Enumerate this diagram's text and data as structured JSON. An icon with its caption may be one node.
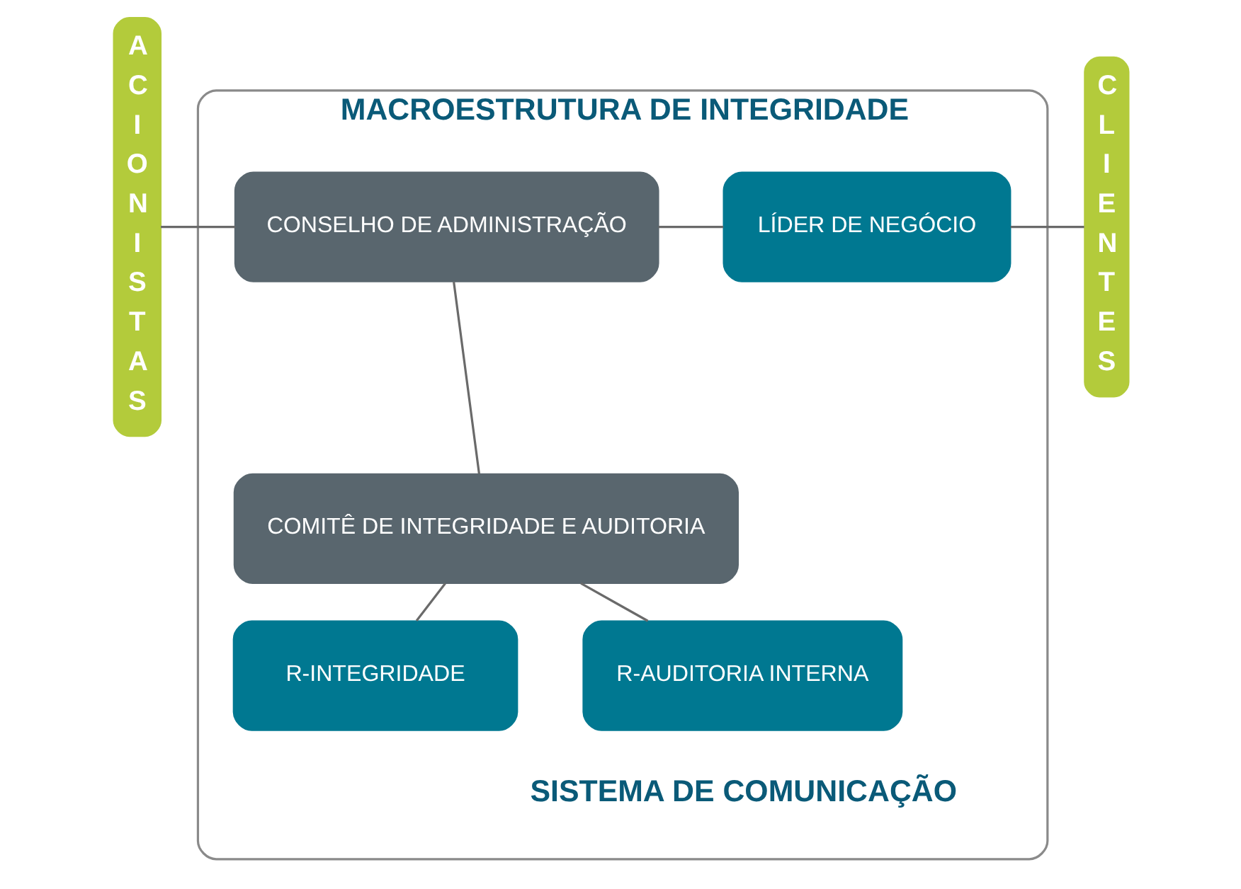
{
  "diagram": {
    "nodes": [
      {
        "text": [
          "MACROESTRUTURA DE INTEGRIDADE",
          "SISTEMA DE COMUNICAÇÃO"
        ]
      },
      {
        "text": [
          "ACIONISTAS"
        ]
      },
      {
        "text": [
          "CONSELHO DE ADMINISTRAÇÃO"
        ],
        "in": 0
      },
      {
        "text": [
          "LÍDER DE NEGÓCIO"
        ],
        "in": 0
      },
      {
        "text": [
          "COMITÊ DE INTEGRIDADE E AUDITORIA"
        ],
        "in": 0
      },
      {
        "text": [
          "R-INTEGRIDADE"
        ],
        "in": 0
      },
      {
        "text": [
          "R-AUDITORIA INTERNA"
        ],
        "in": 0
      },
      {
        "text": [
          "CLIENTES"
        ]
      }
    ],
    "edges": [
      {
        "from": 1,
        "to": 2,
        "arrow": "none"
      },
      {
        "from": 2,
        "to": 3,
        "arrow": "none"
      },
      {
        "from": 3,
        "to": 7,
        "arrow": "none"
      },
      {
        "from": 2,
        "to": 4,
        "arrow": "none"
      },
      {
        "from": 4,
        "to": 5,
        "arrow": "none"
      },
      {
        "from": 4,
        "to": 6,
        "arrow": "none"
      }
    ]
  }
}
